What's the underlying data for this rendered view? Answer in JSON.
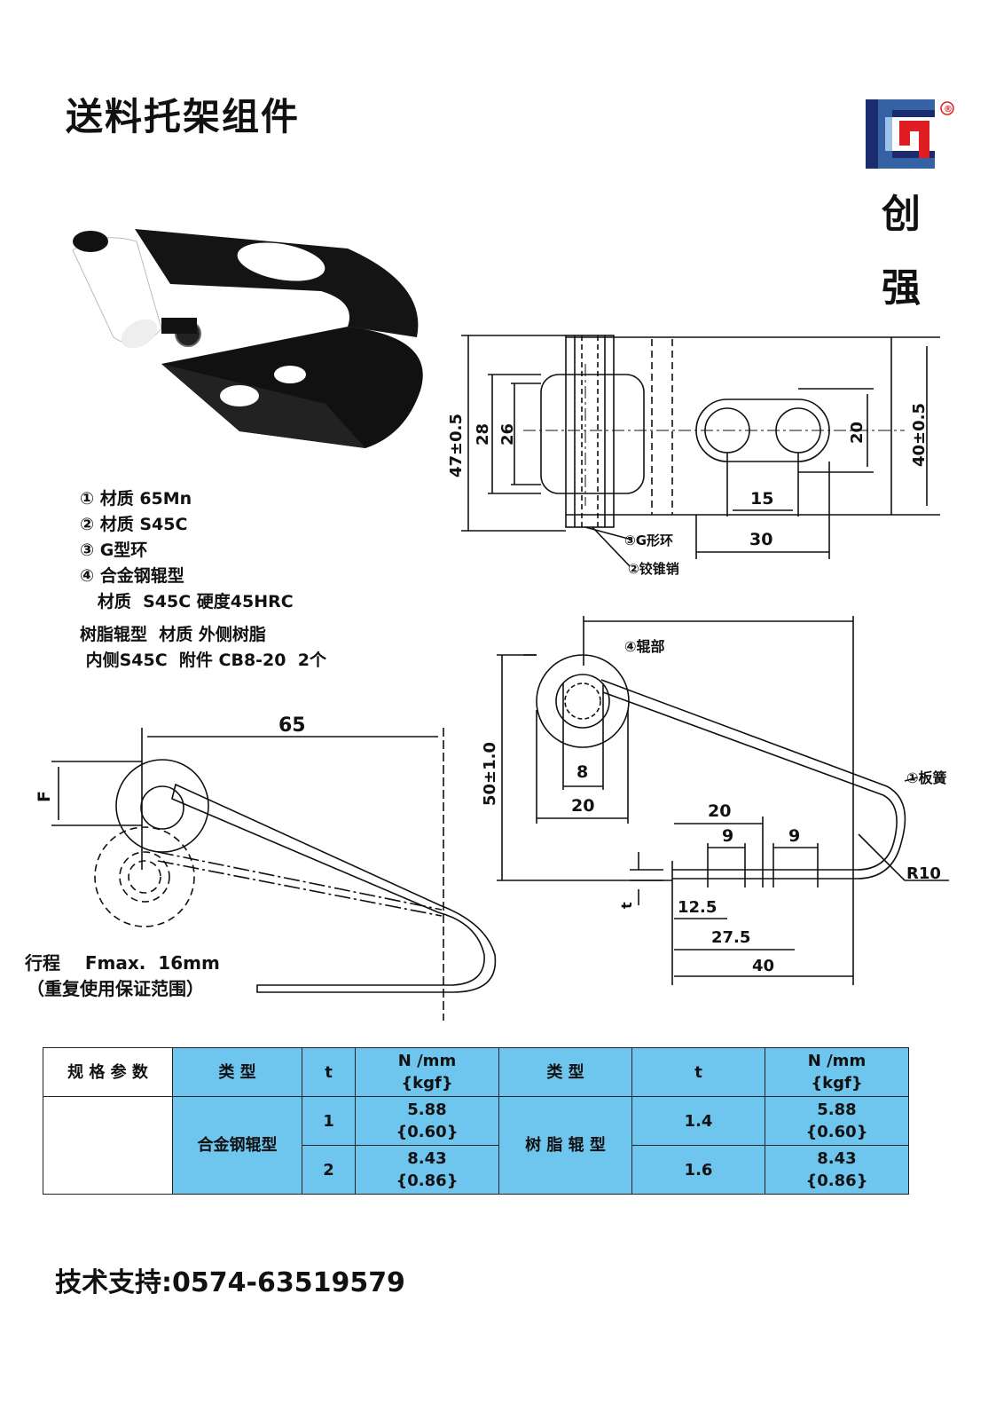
{
  "title": "送料托架组件",
  "brand": {
    "char1": "创",
    "char2": "强",
    "registered": "®",
    "color_dark": "#1a2c6e",
    "color_light": "#4a8fd4",
    "color_red": "#e11d24"
  },
  "specs": [
    "① 材质 65Mn",
    "② 材质 S45C",
    "③ G型环",
    "④ 合金钢辊型",
    "   材质  S45C 硬度45HRC",
    "树脂辊型  材质 外侧树脂",
    " 内侧S45C  附件 CB8-20  2个"
  ],
  "drawing_top": {
    "dim_47": "47±0.5",
    "dim_28": "28",
    "dim_26": "26",
    "dim_20": "20",
    "dim_40": "40±0.5",
    "dim_15": "15",
    "dim_30": "30",
    "label_g_ring": "③G形环",
    "label_pin": "②铰锥销"
  },
  "drawing_side": {
    "label_roller": "④辊部",
    "label_spring": "①板簧",
    "dim_50": "50±1.0",
    "dim_8": "8",
    "dim_20a": "20",
    "dim_20b": "20",
    "dim_9a": "9",
    "dim_9b": "9",
    "dim_t": "t",
    "dim_125": "12.5",
    "dim_275": "27.5",
    "dim_40": "40",
    "dim_r10": "R10"
  },
  "drawing_left": {
    "dim_65": "65",
    "dim_f": "F",
    "stroke_note": "行程    Fmax.  16mm",
    "stroke_note2": "（重复使用保证范围）"
  },
  "table": {
    "header": {
      "spec_label": "规 格 参 数",
      "type_label": "类 型",
      "t_label": "t",
      "force_label_1": "N /mm",
      "force_label_2": "{kgf}",
      "type_label_b": "类 型"
    },
    "left_type": "合金钢辊型",
    "right_type": "树 脂 辊 型",
    "rows": [
      {
        "t_left": "1",
        "n_left": "5.88",
        "kgf_left": "{0.60}",
        "t_right": "1.4",
        "n_right": "5.88",
        "kgf_right": "{0.60}"
      },
      {
        "t_left": "2",
        "n_left": "8.43",
        "kgf_left": "{0.86}",
        "t_right": "1.6",
        "n_right": "8.43",
        "kgf_right": "{0.86}"
      }
    ],
    "header_color": "#6ec6ee"
  },
  "support": "技术支持:0574-63519579"
}
